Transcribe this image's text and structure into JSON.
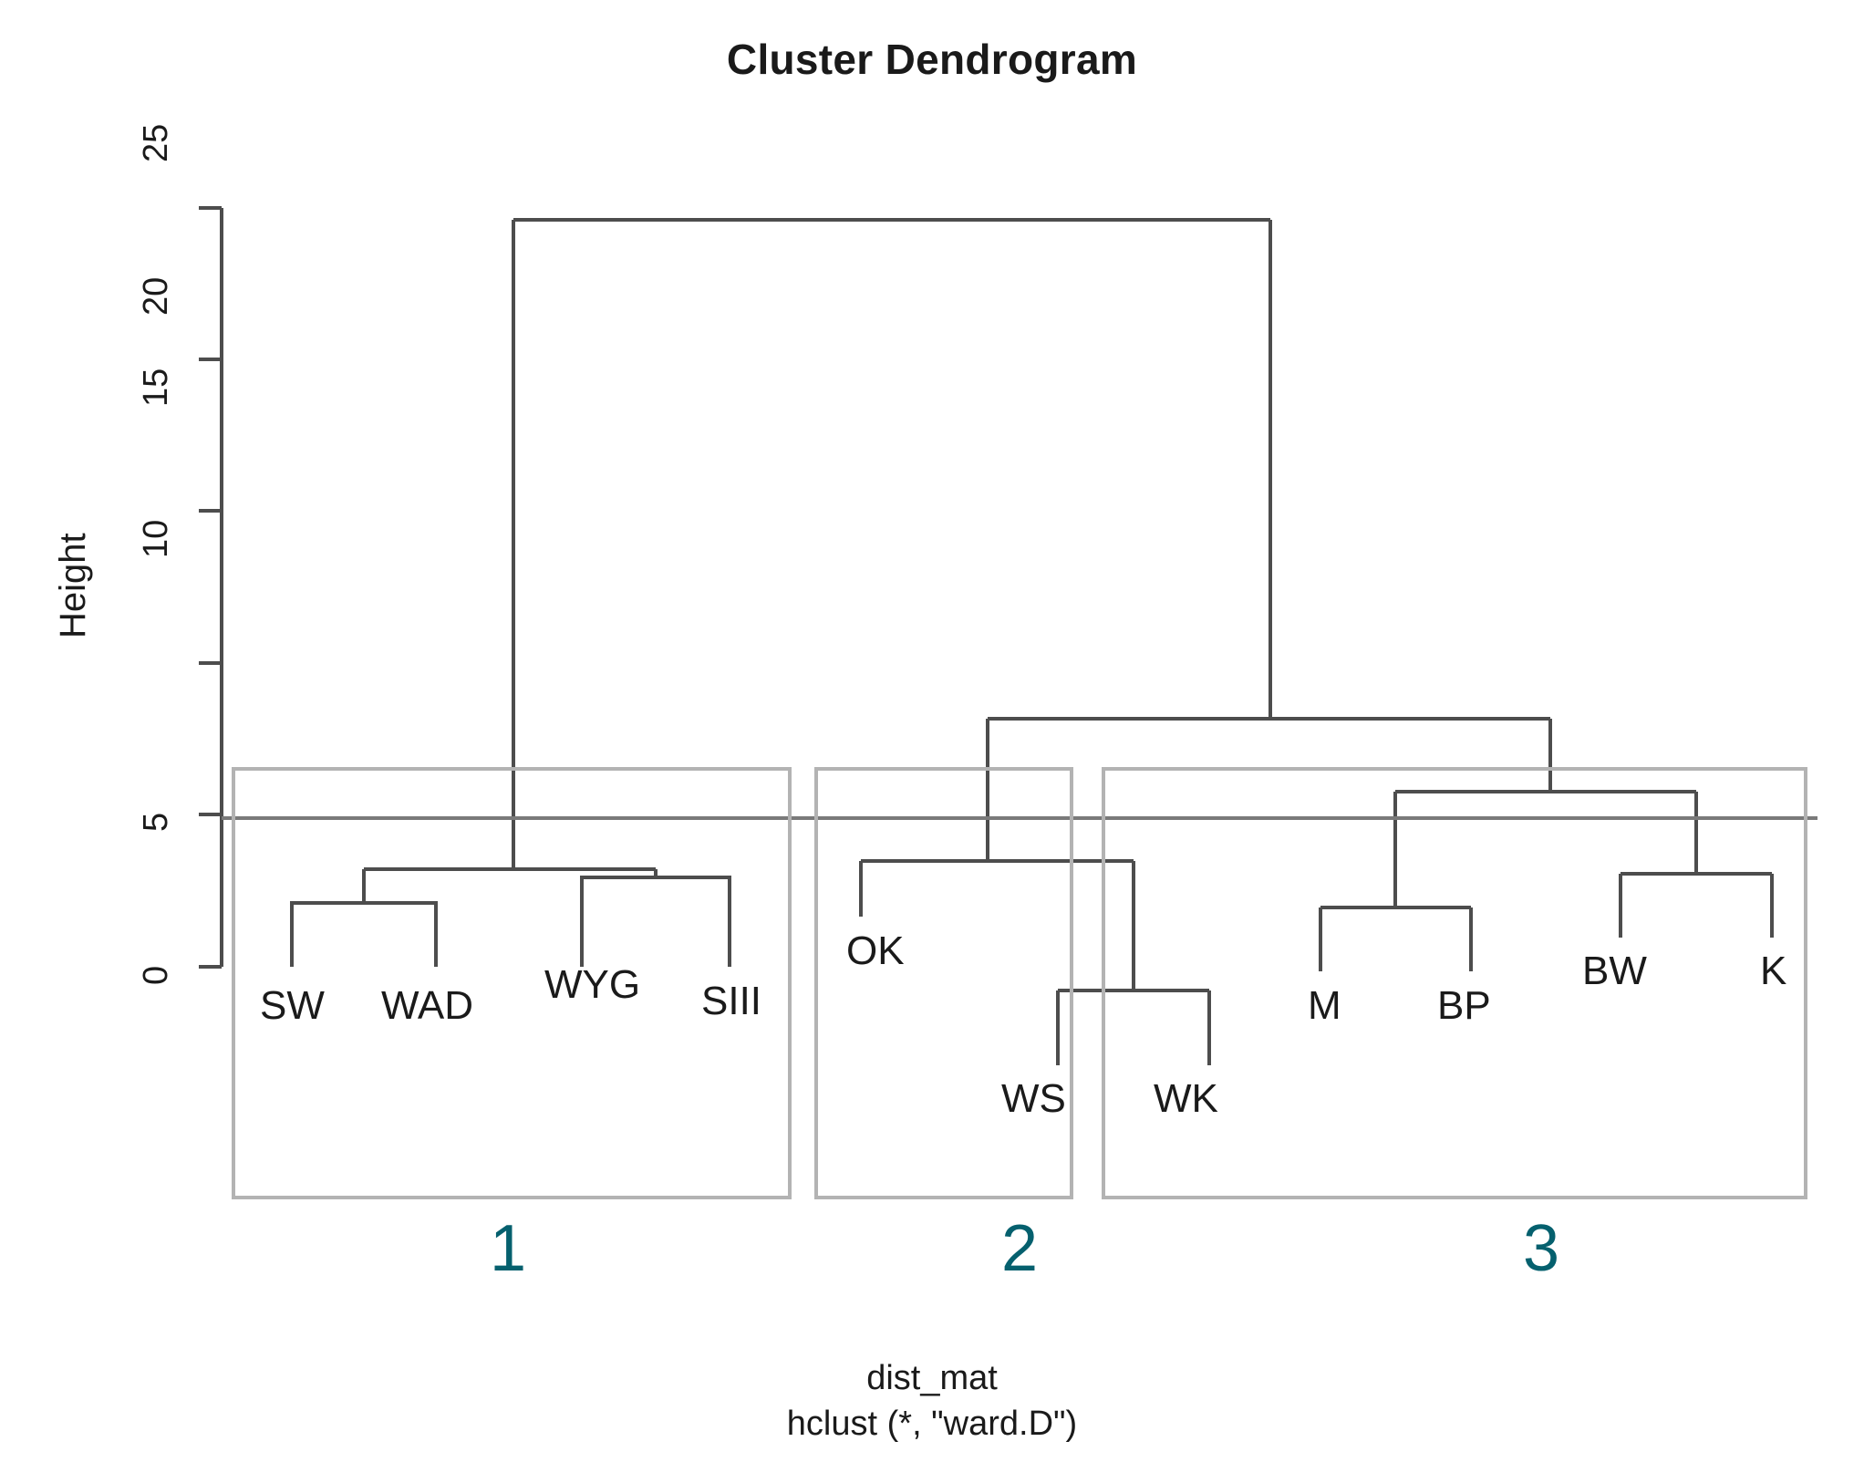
{
  "title": "Cluster Dendrogram",
  "axis": {
    "ylabel": "Height",
    "yticks": [
      "0",
      "5",
      "10",
      "15",
      "20",
      "25"
    ]
  },
  "caption": {
    "line1": "dist_mat",
    "line2": "hclust (*, \"ward.D\")"
  },
  "clusters": [
    {
      "number": "1"
    },
    {
      "number": "2"
    },
    {
      "number": "3"
    }
  ],
  "leaves": [
    {
      "label": "SW"
    },
    {
      "label": "WAD"
    },
    {
      "label": "WYG"
    },
    {
      "label": "SIII"
    },
    {
      "label": "OK"
    },
    {
      "label": "WS"
    },
    {
      "label": "WK"
    },
    {
      "label": "M"
    },
    {
      "label": "BP"
    },
    {
      "label": "BW"
    },
    {
      "label": "K"
    }
  ],
  "colors": {
    "line": "#4d4d4d",
    "box": "#b3b3b3",
    "cluster_number": "#05606e",
    "text": "#1a1a1a",
    "background": "#ffffff"
  },
  "chart_data": {
    "type": "dendrogram",
    "title": "Cluster Dendrogram",
    "xlabel": "dist_mat\nhclust (*, \"ward.D\")",
    "ylabel": "Height",
    "ylim": [
      0,
      25
    ],
    "yticks": [
      0,
      5,
      10,
      15,
      20,
      25
    ],
    "grid": false,
    "legend": null,
    "linkage": "ward.D",
    "distance_matrix": "dist_mat",
    "n_clusters": 3,
    "cut_height": 6.1,
    "labels": [
      "SW",
      "WAD",
      "WYG",
      "SIII",
      "OK",
      "WS",
      "WK",
      "M",
      "BP",
      "BW",
      "K"
    ],
    "leaf_order": [
      "SW",
      "WAD",
      "WYG",
      "SIII",
      "OK",
      "WS",
      "WK",
      "M",
      "BP",
      "BW",
      "K"
    ],
    "cluster_assignment": {
      "1": [
        "SW",
        "WAD",
        "WYG",
        "SIII"
      ],
      "2": [
        "OK",
        "WS",
        "WK"
      ],
      "3": [
        "M",
        "BP",
        "BW",
        "K"
      ]
    },
    "merges": [
      {
        "id": "m1",
        "members": [
          "SW",
          "WAD"
        ],
        "height": 3.4
      },
      {
        "id": "m2",
        "members": [
          "WYG",
          "SIII"
        ],
        "height": 4.2
      },
      {
        "id": "m3",
        "members": [
          "SW",
          "WAD",
          "WYG",
          "SIII"
        ],
        "height": 4.45
      },
      {
        "id": "m4",
        "members": [
          "WS",
          "WK"
        ],
        "height": 0.55
      },
      {
        "id": "m5",
        "members": [
          "OK",
          "WS",
          "WK"
        ],
        "height": 4.95
      },
      {
        "id": "m6",
        "members": [
          "M",
          "BP"
        ],
        "height": 3.05
      },
      {
        "id": "m7",
        "members": [
          "BW",
          "K"
        ],
        "height": 4.45
      },
      {
        "id": "m8",
        "members": [
          "M",
          "BP",
          "BW",
          "K"
        ],
        "height": 5.65
      },
      {
        "id": "m9",
        "members": [
          "OK",
          "WS",
          "WK",
          "M",
          "BP",
          "BW",
          "K"
        ],
        "height": 8.9
      },
      {
        "id": "m10",
        "members": [
          "SW",
          "WAD",
          "WYG",
          "SIII",
          "OK",
          "WS",
          "WK",
          "M",
          "BP",
          "BW",
          "K"
        ],
        "height": 24.6
      }
    ]
  }
}
